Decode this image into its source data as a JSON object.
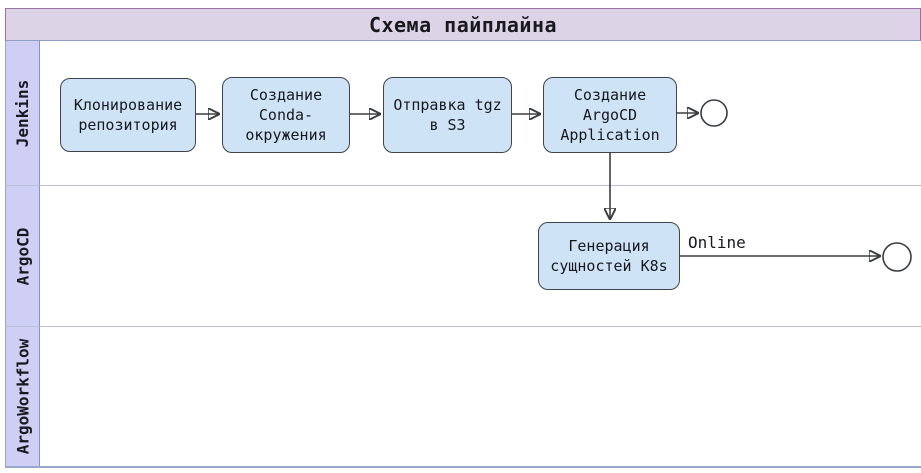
{
  "diagram": {
    "title": "Схема пайплайна",
    "lanes": [
      {
        "id": "jenkins",
        "label": "Jenkins"
      },
      {
        "id": "argocd",
        "label": "ArgoCD"
      },
      {
        "id": "argoworkflow",
        "label": "ArgoWorkflow"
      }
    ],
    "nodes": [
      {
        "id": "clone-repo",
        "lane": "jenkins",
        "text": "Клонирование\nрепозитория"
      },
      {
        "id": "create-conda-env",
        "lane": "jenkins",
        "text": "Создание\nConda-\nокружения"
      },
      {
        "id": "upload-tgz-s3",
        "lane": "jenkins",
        "text": "Отправка tgz\nв S3"
      },
      {
        "id": "create-argocd-application",
        "lane": "jenkins",
        "text": "Создание\nArgoCD\nApplication"
      },
      {
        "id": "generate-k8s-entities",
        "lane": "argocd",
        "text": "Генерация\nсущностей K8s"
      }
    ],
    "end_events": [
      {
        "id": "end-event-jenkins"
      },
      {
        "id": "end-event-argocd"
      }
    ],
    "edges": [
      {
        "from": "clone-repo",
        "to": "create-conda-env",
        "label": ""
      },
      {
        "from": "create-conda-env",
        "to": "upload-tgz-s3",
        "label": ""
      },
      {
        "from": "upload-tgz-s3",
        "to": "create-argocd-application",
        "label": ""
      },
      {
        "from": "create-argocd-application",
        "to": "end-event-jenkins",
        "label": ""
      },
      {
        "from": "create-argocd-application",
        "to": "generate-k8s-entities",
        "label": ""
      },
      {
        "from": "generate-k8s-entities",
        "to": "end-event-argocd",
        "label": "Online"
      }
    ],
    "colors": {
      "title_bg": "#ddd3e7",
      "title_border": "#9673a6",
      "lane_label_bg": "#cfcef4",
      "lane_separator": "#b6c3d6",
      "task_fill": "#cfe3f7",
      "task_border": "#40444a",
      "connector": "#3a3d40",
      "text": "#17191c"
    }
  }
}
